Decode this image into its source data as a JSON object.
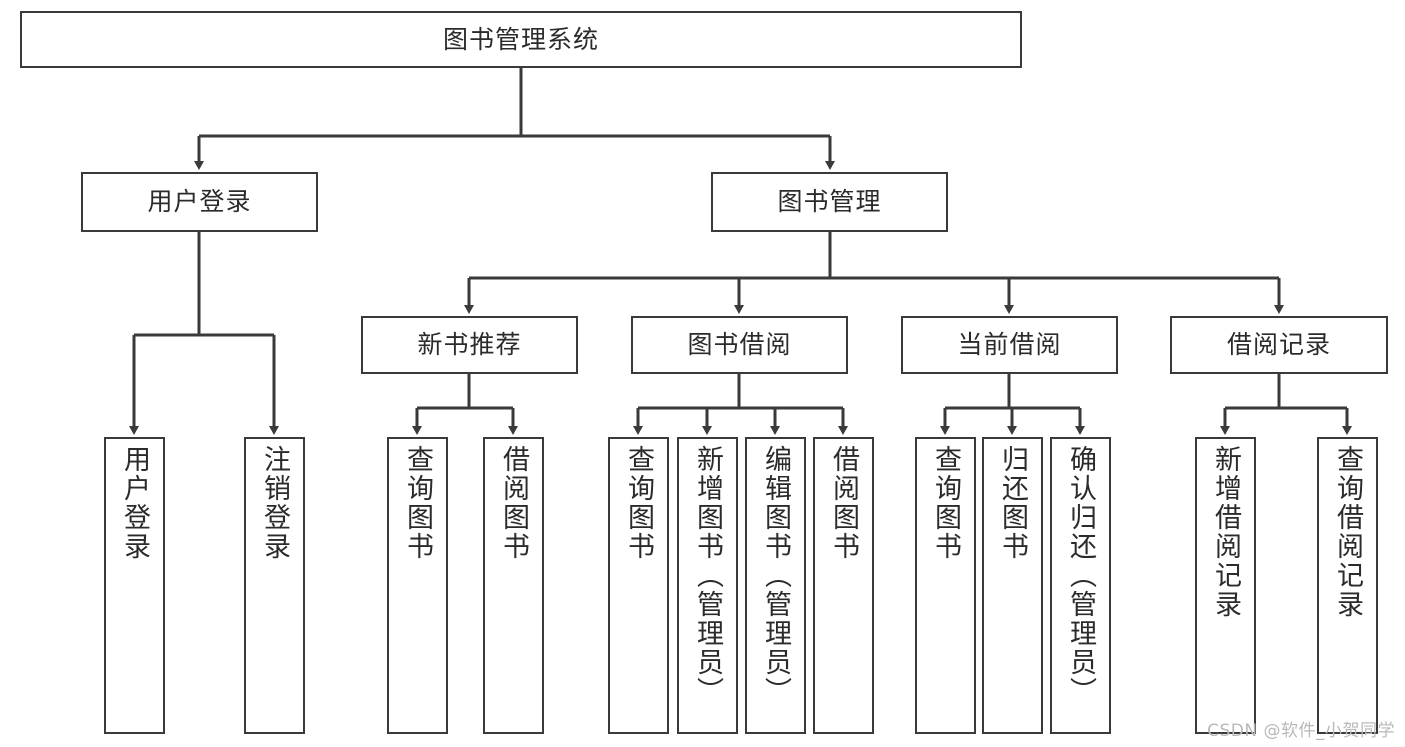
{
  "diagram": {
    "type": "tree-hierarchy",
    "title": "图书管理系统",
    "orientation": "top-down",
    "edge_color": "#3a3a3a",
    "box_border_color": "#3a3a3a",
    "box_fill_color": "#ffffff",
    "text_color": "#2b2b2b"
  },
  "root": {
    "label": "图书管理系统"
  },
  "tier2": [
    {
      "label": "用户登录"
    },
    {
      "label": "图书管理"
    }
  ],
  "tier3": [
    {
      "label": "新书推荐"
    },
    {
      "label": "图书借阅"
    },
    {
      "label": "当前借阅"
    },
    {
      "label": "借阅记录"
    }
  ],
  "leaves": {
    "user_login": [
      {
        "label": "用户登录"
      },
      {
        "label": "注销登录"
      }
    ],
    "new_book_rec": [
      {
        "label": "查询图书"
      },
      {
        "label": "借阅图书"
      }
    ],
    "book_borrow": [
      {
        "label": "查询图书"
      },
      {
        "label": "新增图书（管理员）"
      },
      {
        "label": "编辑图书（管理员）"
      },
      {
        "label": "借阅图书"
      }
    ],
    "current_borrow": [
      {
        "label": "查询图书"
      },
      {
        "label": "归还图书"
      },
      {
        "label": "确认归还（管理员）"
      }
    ],
    "borrow_record": [
      {
        "label": "新增借阅记录"
      },
      {
        "label": "查询借阅记录"
      }
    ]
  },
  "watermark": {
    "text": "CSDN @软件_小贺同学"
  }
}
